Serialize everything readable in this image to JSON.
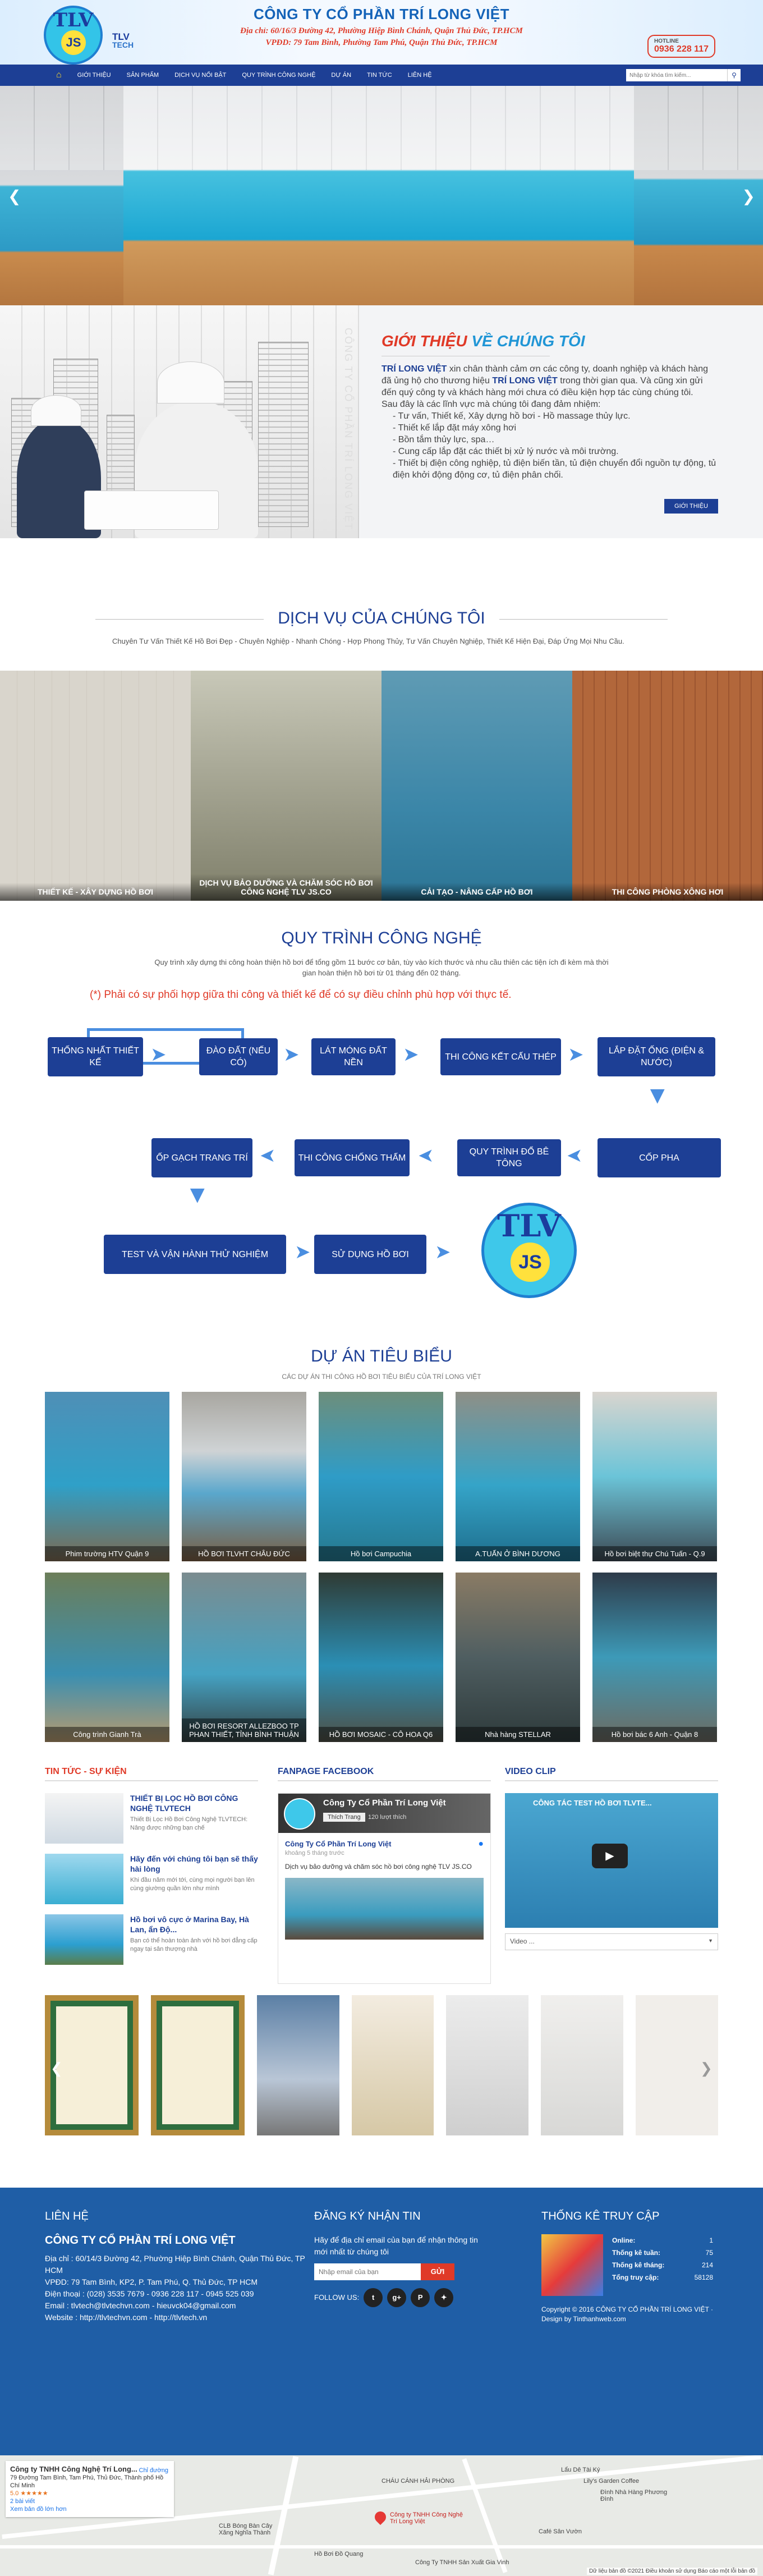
{
  "header": {
    "title": "CÔNG TY CỔ PHẦN TRÍ LONG VIỆT",
    "address1": "Địa chỉ: 60/16/3 Đường 42, Phường Hiệp Bình Chánh, Quận Thủ Đức, TP.HCM",
    "address2": "VPĐD: 79 Tam Bình, Phường Tam Phú, Quận Thủ Đức, TP.HCM",
    "hotline_label": "HOTLINE",
    "hotline": "0936 228 117",
    "logo_top": "TLV",
    "logo_center": "JS",
    "logo_text1": "TLV",
    "logo_text2": "TECH"
  },
  "nav": {
    "items": [
      "GIỚI THIỆU",
      "SẢN PHẨM",
      "DỊCH VỤ NỔI BẬT",
      "QUY TRÌNH CÔNG NGHỆ",
      "DỰ ÁN",
      "TIN TỨC",
      "LIÊN HỆ"
    ],
    "search_placeholder": "Nhập từ khóa tìm kiếm..."
  },
  "intro": {
    "title_a": "GIỚI THIỆU",
    "title_b": "VỀ CHÚNG TÔI",
    "vertical": "CÔNG TY CỔ PHẦN TRÍ LONG VIỆT",
    "company": "TRÍ LONG VIỆT",
    "p1a": "xin chân thành cảm ơn các công ty, doanh nghiệp và khách hàng đã ủng hộ cho thương hiệu",
    "p1b": "TRÍ LONG VIỆT",
    "p1c": "trong thời gian qua. Và cũng xin gửi đến quý công ty và khách hàng mới chưa có điều kiện hợp tác cùng chúng tôi.",
    "p2": "Sau đây là các lĩnh vực mà chúng tôi đang đảm nhiệm:",
    "l1": "- Tư vấn, Thiết kế, Xây dựng hồ bơi - Hồ massage thủy lực.",
    "l2": "- Thiết kế lắp đặt máy xông hơi",
    "l3": "- Bồn tắm thủy lực, spa…",
    "l4": "- Cung cấp lắp đặt các thiết bị xử lý nước và môi trường.",
    "l5": "- Thiết bị điện công nghiệp, tủ điện biến tần, tủ điện chuyển đổi nguồn tự động, tủ điện khởi động động cơ, tủ điện phân chối.",
    "button": "GIỚI THIỆU"
  },
  "services": {
    "title": "DỊCH VỤ CỦA CHÚNG TÔI",
    "desc": "Chuyên Tư Vấn Thiết Kế Hồ Bơi Đẹp - Chuyên Nghiệp - Nhanh Chóng - Hợp Phong Thủy, Tư Vấn Chuyên Nghiệp, Thiết Kế Hiện Đại, Đáp Ứng Mọi Nhu Cầu.",
    "items": [
      "THIẾT KẾ - XÂY DỰNG HỒ BƠI",
      "DỊCH VỤ BẢO DƯỠNG VÀ CHĂM SÓC HỒ BƠI CÔNG NGHỆ TLV JS.CO",
      "CẢI TẠO - NÂNG CẤP HỒ BƠI",
      "THI CÔNG PHÒNG XÔNG HƠI"
    ]
  },
  "process": {
    "title": "QUY TRÌNH CÔNG NGHỆ",
    "desc": "Quy trình xây dựng thi công hoàn thiện hồ bơi để tổng gồm 11 bước cơ bản, tùy vào kích thước và nhu cầu thiên các tiện ích đi kèm mà thời gian hoàn thiện hồ bơi từ 01 tháng đến 02 tháng.",
    "note": "(*) Phải có sự phối hợp giữa thi công và thiết kế để có sự điều chỉnh phù hợp với thực tế.",
    "steps": [
      "THỐNG NHẤT THIẾT KẾ",
      "ĐÀO ĐẤT (nếu có)",
      "LÁT MÓNG ĐẤT NỀN",
      "THI CÔNG KẾT CẤU THÉP",
      "LẮP ĐẶT ỐNG (ĐIỆN & NƯỚC)",
      "CỐP PHA",
      "QUY TRÌNH ĐỔ BÊ TÔNG",
      "THI CÔNG CHỐNG THẤM",
      "ỐP GẠCH TRANG TRÍ",
      "TEST VÀ VẬN HÀNH THỬ NGHIỆM",
      "SỬ DỤNG HỒ BƠI"
    ]
  },
  "projects": {
    "title": "DỰ ÁN TIÊU BIỂU",
    "subtitle": "CÁC DỰ ÁN THI CÔNG HỒ BƠI TIÊU BIỂU CỦA TRÍ LONG VIỆT",
    "items": [
      "Phim trường HTV Quận 9",
      "HỒ BƠI TLVHT CHÂU ĐỨC",
      "Hồ bơi Campuchia",
      "A.TUẤN Ở BÌNH DƯƠNG",
      "Hồ bơi biệt thự Chú Tuấn - Q.9",
      "Công trình Gianh Trà",
      "HỒ BƠI RESORT ALLEZBOO TP PHAN THIẾT, TỈNH BÌNH THUẬN",
      "HỒ BƠI MOSAIC - CÔ HOA Q6",
      "Nhà hàng STELLAR",
      "Hồ bơi bác 6 Anh - Quận 8"
    ]
  },
  "news": {
    "title_a": "TIN TỨC",
    "title_b": " - SỰ KIỆN",
    "items": [
      {
        "title": "THIẾT BỊ LỌC HỒ BƠI CÔNG NGHỆ TLVTECH",
        "desc": "Thiết Bị Lọc Hồ Bơi Công Nghệ TLVTECH: Nâng được những bạn chế"
      },
      {
        "title": "Hãy đến với chúng tôi bạn sẽ thấy hài lòng",
        "desc": "Khi đầu năm mới tới, cùng mọi người bạn lên cùng giường quần lớn như mình"
      },
      {
        "title": "Hồ bơi vô cực ở Marina Bay, Hà Lan, ẩn Độ...",
        "desc": "Bạn có thể hoàn toàn ảnh với hồ bơi đẳng cấp ngay tại sân thượng nhà"
      }
    ]
  },
  "fb": {
    "title": "FANPAGE FACEBOOK",
    "page": "Công Ty Cổ Phần Trí Long Việt",
    "like": "Thích Trang",
    "likes": "120 lượt thích",
    "post_name": "Công Ty Cổ Phần Trí Long Việt",
    "post_date": "khoảng 5 tháng trước",
    "post_text": "Dịch vụ bảo dưỡng và chăm sóc hồ bơi công nghệ TLV JS.CO"
  },
  "video": {
    "title": "VIDEO CLIP",
    "vtitle": "CÔNG TÁC TEST HỒ BƠI TLVTE...",
    "select": "Video ..."
  },
  "footer": {
    "contact_title": "LIÊN HỆ",
    "company": "CÔNG TY CỔ PHẦN TRÍ LONG VIỆT",
    "addr": "Địa chỉ : 60/14/3 Đường 42, Phường Hiệp Bình Chánh, Quận Thủ Đức, TP HCM",
    "vpdd": "VPĐD: 79 Tam Bình, KP2, P. Tam Phú, Q. Thủ Đức, TP HCM",
    "phone": "Điện thoại : (028) 3535 7679 - 0936 228 117 - 0945 525 039",
    "email": "Email : tlvtech@tlvtechvn.com - hieuvck04@gmail.com",
    "web": "Website : http://tlvtechvn.com - http://tlvtech.vn",
    "nl_title": "ĐĂNG KÝ NHẬN TIN",
    "nl_desc": "Hãy để địa chỉ email của bạn để nhận thông tin mới nhất từ chúng tôi",
    "nl_placeholder": "Nhập email của bạn",
    "nl_button": "GỬI",
    "follow": "FOLLOW US:",
    "stats_title": "THỐNG KÊ TRUY CẬP",
    "stats": [
      {
        "label": "Online:",
        "value": "1"
      },
      {
        "label": "Thống kê tuần:",
        "value": "75"
      },
      {
        "label": "Thống kê tháng:",
        "value": "214"
      },
      {
        "label": "Tổng truy cập:",
        "value": "58128"
      }
    ],
    "copy": "Copyright © 2016 CÔNG TY CỔ PHẦN TRÍ LONG VIỆT · Design by Tinthanhweb.com"
  },
  "map": {
    "place": "Công ty TNHH Công Nghệ Trí Long...",
    "addr": "79 Đường Tam Bình, Tam Phú, Thủ Đức, Thành phố Hồ Chí Minh",
    "rating": "5.0 ★★★★★",
    "reviews": "2 bài viết",
    "link": "Xem bản đồ lớn hơn",
    "directions": "Chỉ đường",
    "pin_label": "Công ty TNHH Công Nghệ Trí Long Việt",
    "labels": [
      "CLB Bóng Bàn Cây Xăng Nghĩa Thành",
      "Hồ Bơi Đồ Quang",
      "CHÁU CÁNH HẢI PHÒNG",
      "Lẩu Dê Tài Ký",
      "Lily's Garden Coffee",
      "Đình Nhà Hàng Phương Đình",
      "Café Sân Vườn",
      "Công Ty TNHH Sản Xuất Gia Vinh"
    ],
    "bottom": "Dữ liệu bản đồ ©2021   Điều khoản sử dụng   Báo cáo một lỗi bản đồ"
  }
}
